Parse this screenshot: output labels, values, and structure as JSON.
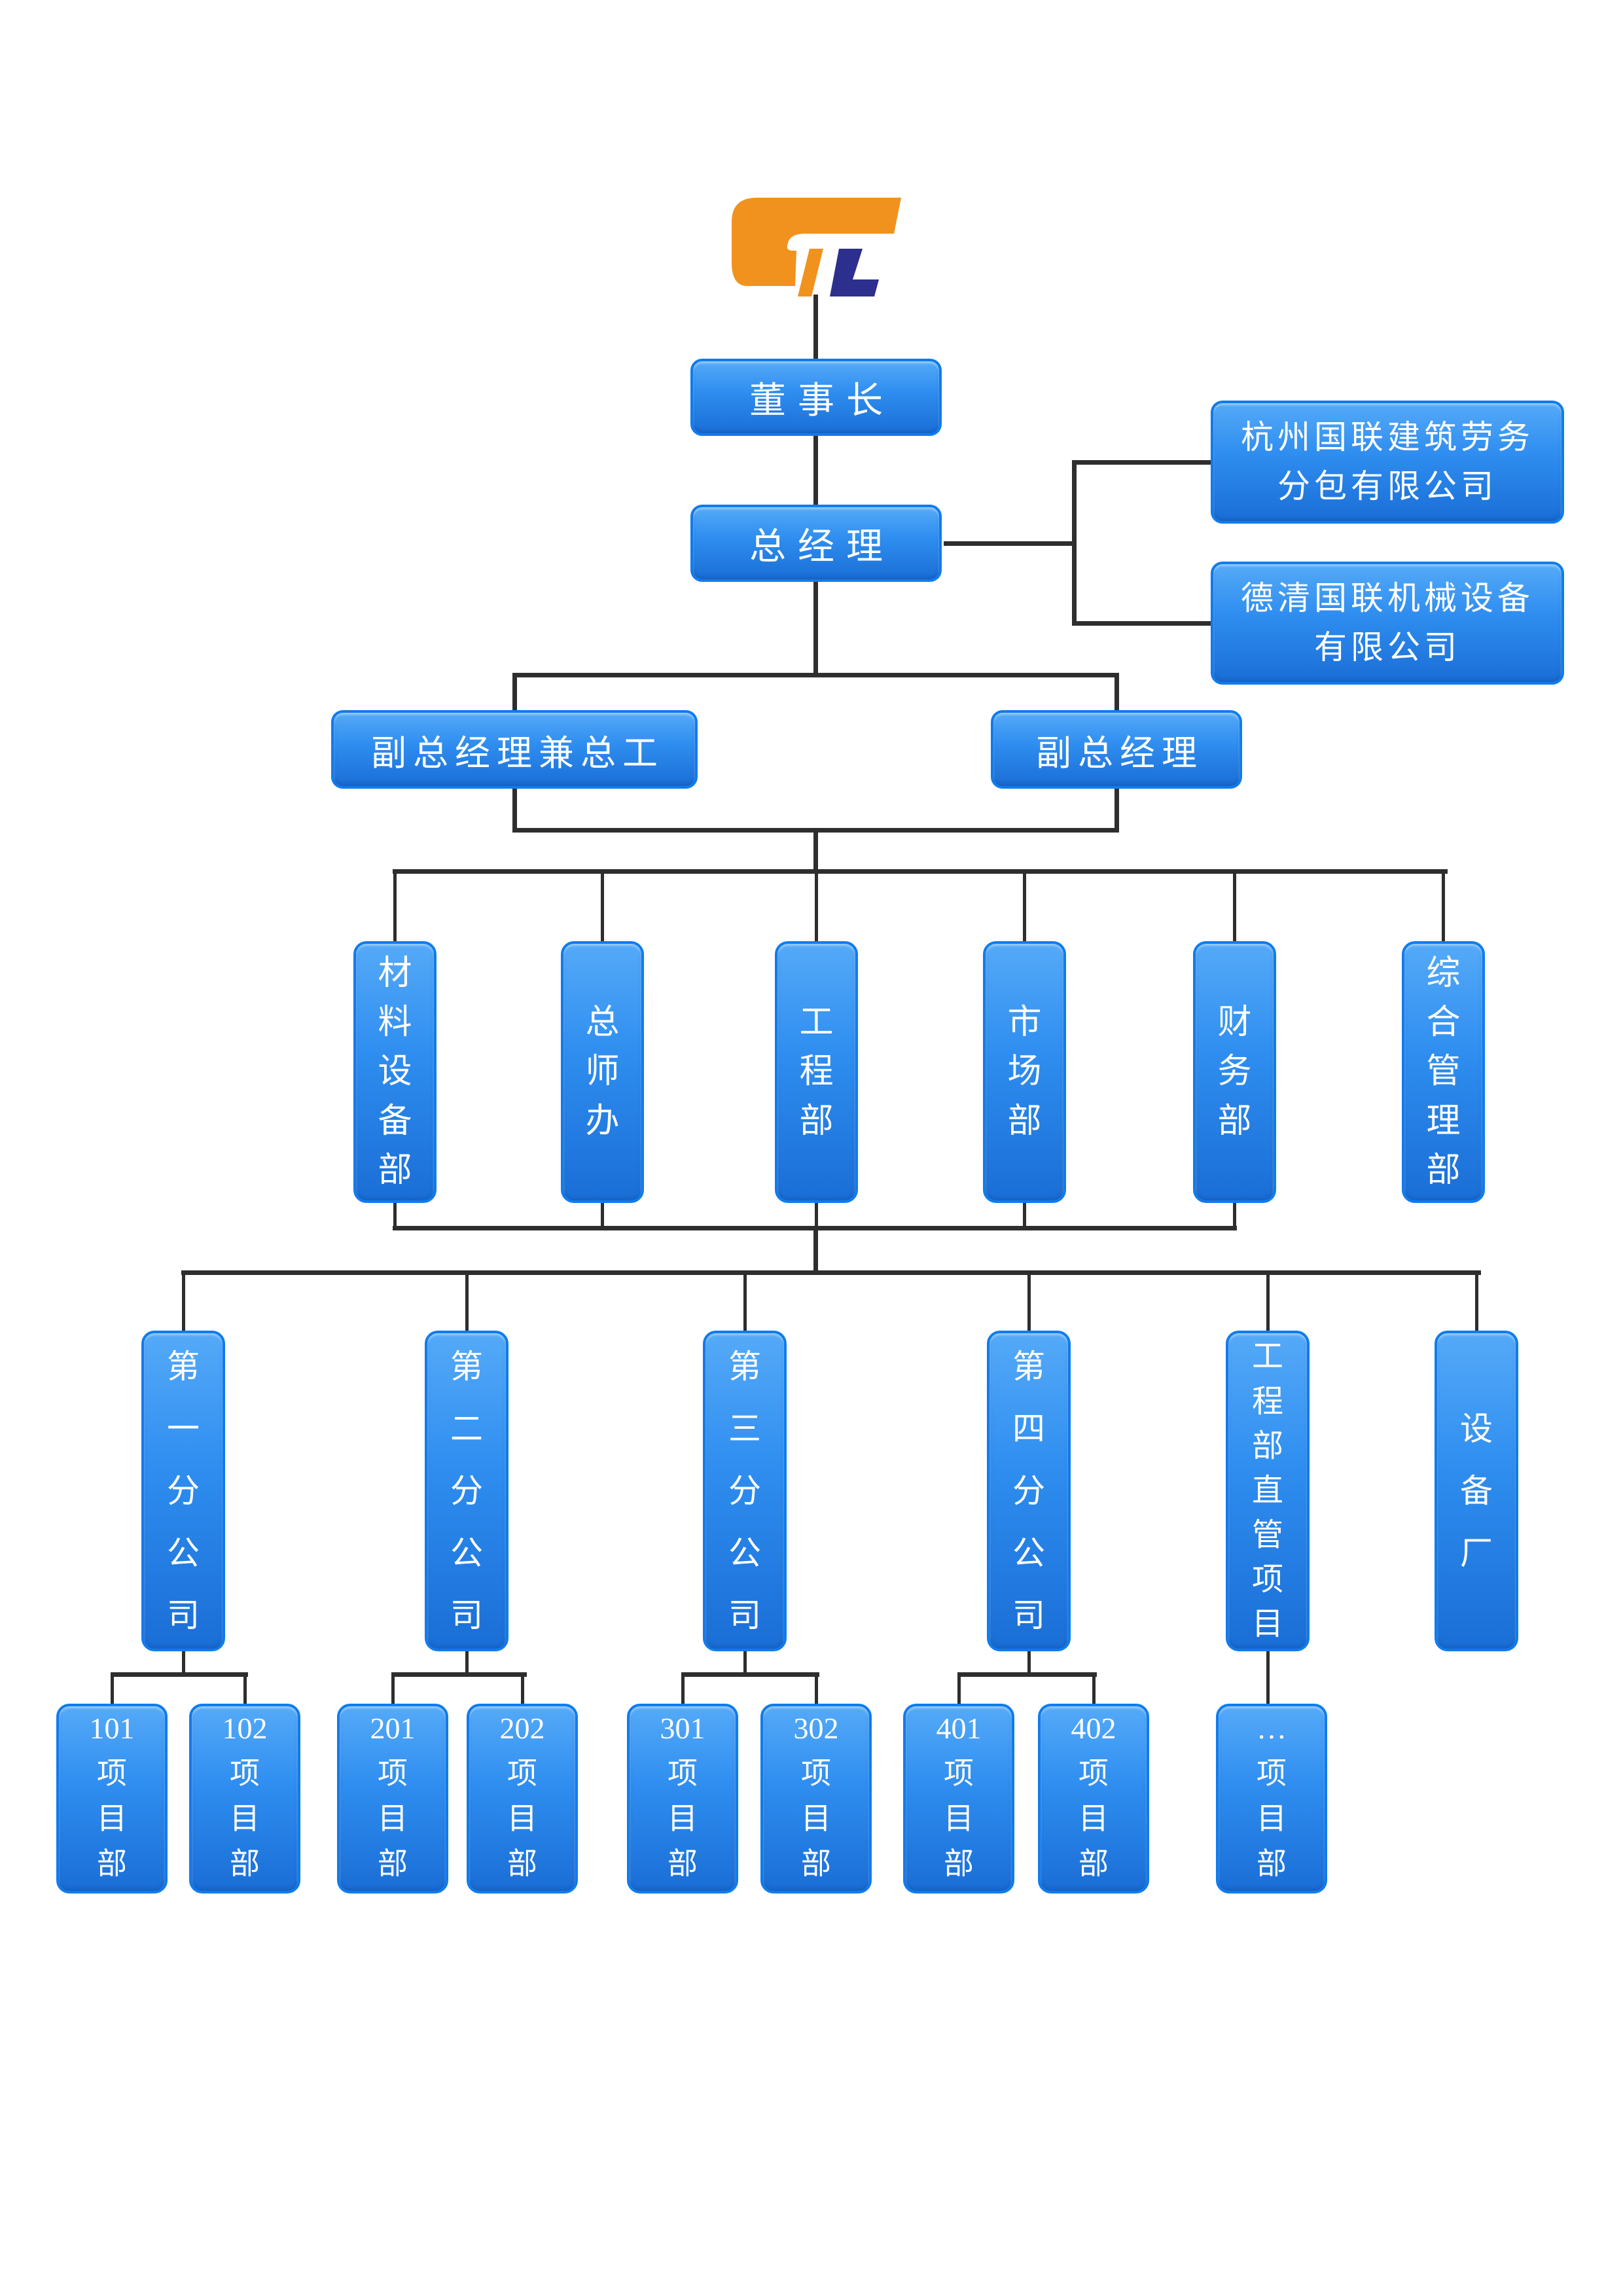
{
  "logo": {
    "name": "GTL company logo",
    "orange": "#F1921E",
    "navy": "#2D2F8E"
  },
  "colors": {
    "background": "#FFFFFF",
    "node_border": "#0F7CEE",
    "node_gradient_top": "#55AAF8",
    "node_gradient_bottom": "#1A6ED6",
    "node_text": "#FFFFFF",
    "connector": "#2E2E2E"
  },
  "nodes": {
    "chairman": "董事长",
    "general_manager": "总经理",
    "affiliates": [
      "杭州国联建筑劳务分包有限公司",
      "德清国联机械设备有限公司"
    ],
    "deputies": [
      "副总经理兼总工",
      "副总经理"
    ],
    "departments": [
      "材料设备部",
      "总师办",
      "工程部",
      "市场部",
      "财务部",
      "综合管理部"
    ],
    "subsidiaries": [
      "第一分公司",
      "第二分公司",
      "第三分公司",
      "第四分公司",
      "工程部直管项目",
      "设备厂"
    ],
    "projects": [
      {
        "num": "101",
        "suffix": "项目部"
      },
      {
        "num": "102",
        "suffix": "项目部"
      },
      {
        "num": "201",
        "suffix": "项目部"
      },
      {
        "num": "202",
        "suffix": "项目部"
      },
      {
        "num": "301",
        "suffix": "项目部"
      },
      {
        "num": "302",
        "suffix": "项目部"
      },
      {
        "num": "401",
        "suffix": "项目部"
      },
      {
        "num": "402",
        "suffix": "项目部"
      },
      {
        "num": "…",
        "suffix": "项目部"
      }
    ]
  }
}
